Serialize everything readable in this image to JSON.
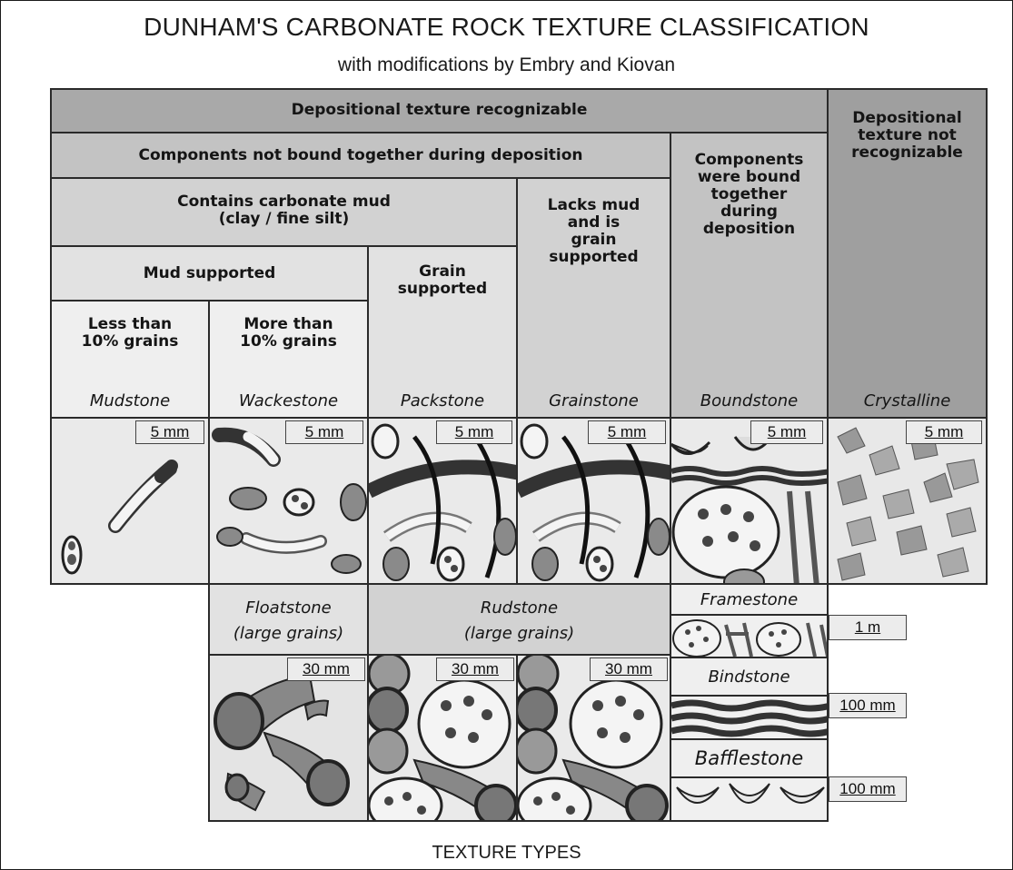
{
  "title": "DUNHAM'S CARBONATE ROCK TEXTURE CLASSIFICATION",
  "subtitle": "with modifications by Embry and Kiovan",
  "footer": "TEXTURE TYPES",
  "headers": {
    "depositional_recognizable": "Depositional texture recognizable",
    "not_bound": "Components not bound together during deposition",
    "contains_mud": "Contains carbonate mud\n(clay / fine silt)",
    "lacks_mud": "Lacks mud\nand is\ngrain\nsupported",
    "bound": "Components\nwere bound\ntogether\nduring\ndeposition",
    "not_recognizable": "Depositional\ntexture not\nrecognizable",
    "mud_supported": "Mud supported",
    "grain_supported": "Grain\nsupported",
    "less_than": "Less than\n10% grains",
    "more_than": "More than\n10% grains"
  },
  "rock_names": {
    "mudstone": "Mudstone",
    "wackestone": "Wackestone",
    "packstone": "Packstone",
    "grainstone": "Grainstone",
    "boundstone": "Boundstone",
    "crystalline": "Crystalline",
    "floatstone": "Floatstone\n(large grains)",
    "rudstone": "Rudstone\n(large grains)",
    "framestone": "Framestone",
    "bindstone": "Bindstone",
    "bafflestone": "Bafflestone"
  },
  "scales": {
    "small": "5 mm",
    "large": "30 mm",
    "framestone": "1 m",
    "bindstone": "100 mm",
    "bafflestone": "100 mm"
  }
}
